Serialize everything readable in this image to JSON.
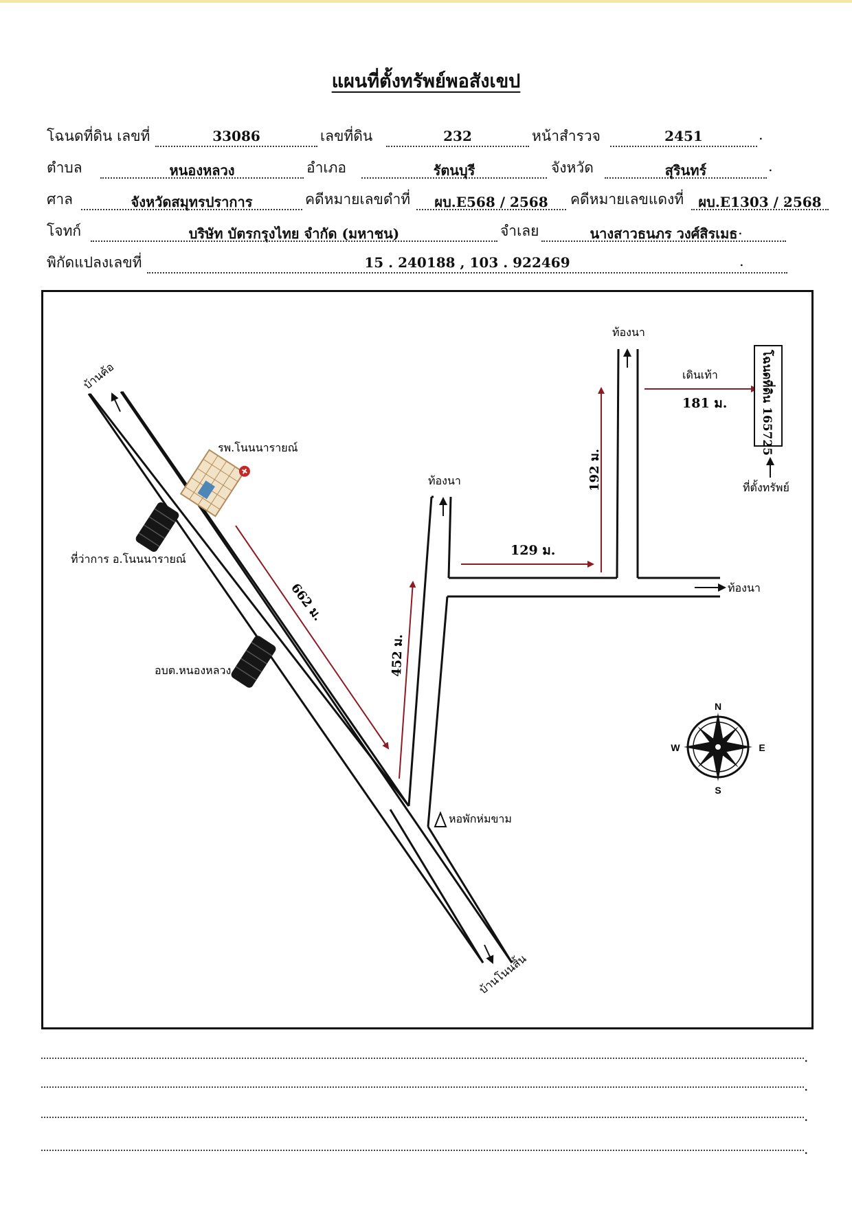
{
  "title": "แผนที่ตั้งทรัพย์พอสังเขป",
  "fields": {
    "deed_label": "โฉนดที่ดิน เลขที่",
    "deed_no": "33086",
    "land_no_label": "เลขที่ดิน",
    "land_no": "232",
    "survey_label": "หน้าสำรวจ",
    "survey_no": "2451",
    "tambon_label": "ตำบล",
    "tambon": "หนองหลวง",
    "amphoe_label": "อำเภอ",
    "amphoe": "รัตนบุรี",
    "province_label": "จังหวัด",
    "province": "สุรินทร์",
    "court_label": "ศาล",
    "court": "จังหวัดสมุทรปราการ",
    "black_case_label": "คดีหมายเลขดำที่",
    "black_case": "ผบ.E568 / 2568",
    "red_case_label": "คดีหมายเลขแดงที่",
    "red_case": "ผบ.E1303 / 2568",
    "plaintiff_label": "โจทก์",
    "plaintiff": "บริษัท บัตรกรุงไทย จำกัด (มหาชน)",
    "defendant_label": "จำเลย",
    "defendant": "นางสาวธนภร วงศ์สิรเมธ",
    "coord_label": "พิกัดแปลงเลขที่",
    "coord": "15 . 240188 , 103 . 922469",
    "end_dot": "."
  },
  "map": {
    "ban_kho": "บ้านค้อ",
    "ban_non_sin": "บ้านโนนสิ้น",
    "hospital": "รพ.โนนนารายณ์",
    "district_office": "ที่ว่าการ อ.โนนนารายณ์",
    "sao": "อบต.หนองหลวง",
    "dormitory": "หอพักห่มขาม",
    "field_1": "ท้องนา",
    "field_2": "ท้องนา",
    "field_3": "ท้องนา",
    "walk": "เดินเท้า",
    "dist_662": "662 ม.",
    "dist_452": "452 ม.",
    "dist_129": "129 ม.",
    "dist_192": "192 ม.",
    "dist_181": "181 ม.",
    "deed_box": "โฉนดที่ดิน 165725",
    "property": "ที่ตั้งทรัพย์",
    "compass": {
      "n": "N",
      "s": "S",
      "e": "E",
      "w": "W"
    }
  },
  "notes_end": [
    ".",
    ".",
    ".",
    "."
  ],
  "colors": {
    "route": "#8e1b22",
    "ink": "#111111",
    "page_edge": "#f3e7a6"
  }
}
